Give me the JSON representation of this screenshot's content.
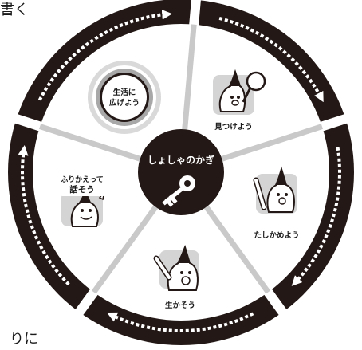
{
  "edge_text": {
    "top_left": "書く",
    "bottom_left": "りに"
  },
  "center": {
    "title": "しょしゃのかぎ",
    "icon": "key-icon"
  },
  "steps": [
    {
      "label": "見つけよう",
      "icon": "magnifier-character-icon"
    },
    {
      "label": "たしかめよう",
      "icon": "pointer-character-icon"
    },
    {
      "label": "生かそう",
      "icon": "raised-hand-character-icon"
    },
    {
      "label_line1": "ふりかえって",
      "label_line2": "話そう",
      "icon": "speech-bubble-character-icon"
    },
    {
      "label_line1": "生活に",
      "label_line2": "広げよう",
      "icon": "target-circle-icon"
    }
  ],
  "colors": {
    "ring": "#231815",
    "spoke": "#c9c9c9",
    "center": "#231815",
    "icon_bg": "#d4d4d4",
    "arrow": "#ffffff"
  }
}
